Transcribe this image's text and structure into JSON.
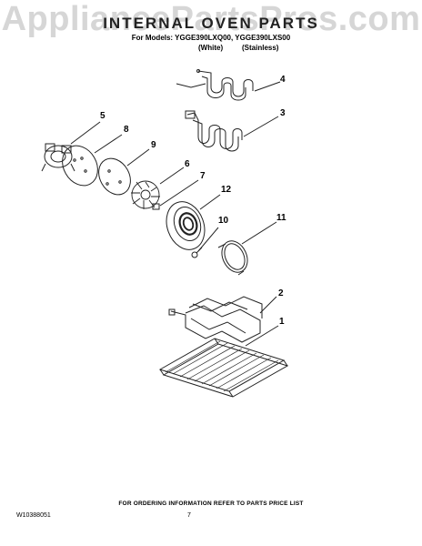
{
  "watermark": "AppliancePartsPros.com",
  "title": "INTERNAL OVEN PARTS",
  "models_line": "For Models: YGGE390LXQ00, YGGE390LXS00",
  "finish_white": "(White)",
  "finish_stainless": "(Stainless)",
  "callouts": [
    "4",
    "3",
    "5",
    "8",
    "9",
    "6",
    "7",
    "12",
    "10",
    "11",
    "2",
    "1"
  ],
  "footer_note": "FOR ORDERING INFORMATION REFER TO PARTS PRICE LIST",
  "doc_number": "W10388051",
  "page_number": "7"
}
